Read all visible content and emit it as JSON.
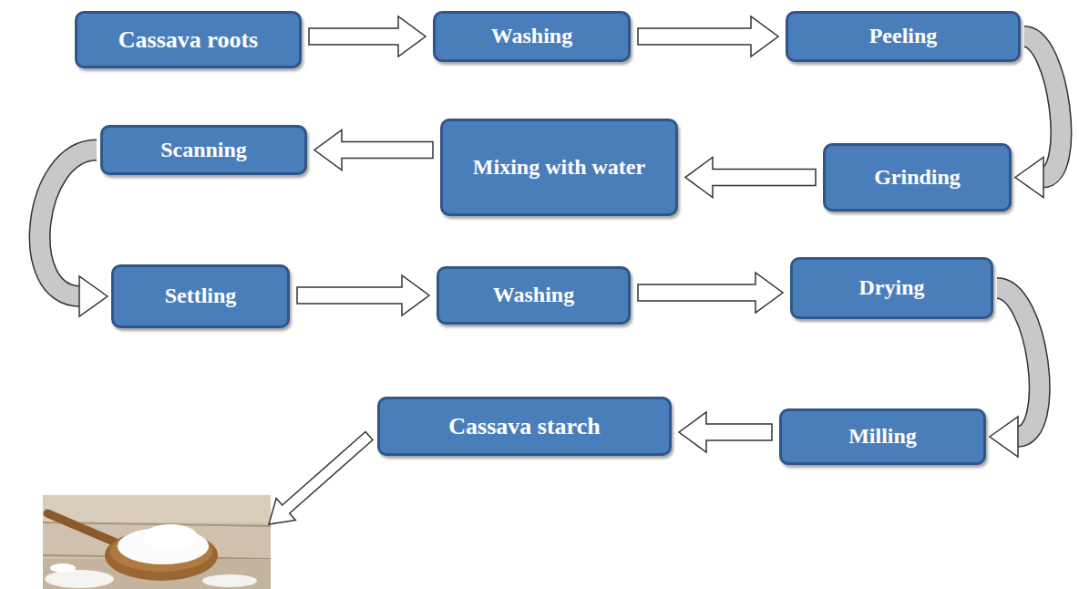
{
  "diagram": {
    "nodes": [
      {
        "text": [
          "Cassava roots"
        ]
      },
      {
        "text": [
          "Washing"
        ]
      },
      {
        "text": [
          "Peeling"
        ]
      },
      {
        "text": [
          "Grinding"
        ]
      },
      {
        "text": [
          "Mixing with water"
        ]
      },
      {
        "text": [
          "Scanning"
        ]
      },
      {
        "text": [
          "Settling"
        ]
      },
      {
        "text": [
          "Washing"
        ]
      },
      {
        "text": [
          "Drying"
        ]
      },
      {
        "text": [
          "Milling"
        ]
      },
      {
        "text": [
          "Cassava starch"
        ]
      }
    ],
    "edges": [
      {
        "from": 0,
        "to": 1,
        "arrow": "to"
      },
      {
        "from": 1,
        "to": 2,
        "arrow": "to"
      },
      {
        "from": 2,
        "to": 3,
        "arrow": "to"
      },
      {
        "from": 3,
        "to": 4,
        "arrow": "to"
      },
      {
        "from": 4,
        "to": 5,
        "arrow": "to"
      },
      {
        "from": 5,
        "to": 6,
        "arrow": "to"
      },
      {
        "from": 6,
        "to": 7,
        "arrow": "to"
      },
      {
        "from": 7,
        "to": 8,
        "arrow": "to"
      },
      {
        "from": 8,
        "to": 9,
        "arrow": "to"
      },
      {
        "from": 9,
        "to": 10,
        "arrow": "to"
      }
    ]
  }
}
